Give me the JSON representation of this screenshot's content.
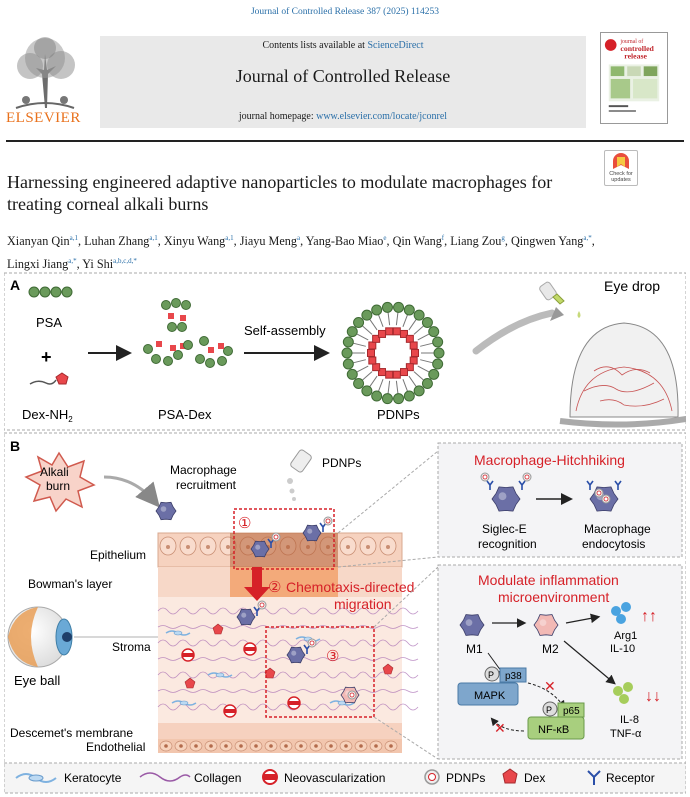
{
  "header": {
    "running_head": "Journal of Controlled Release 387 (2025) 114253",
    "contents_prefix": "Contents lists available at",
    "contents_link": "ScienceDirect",
    "journal_name": "Journal of Controlled Release",
    "homepage_prefix": "journal homepage:",
    "homepage_link": "www.elsevier.com/locate/jconrel",
    "publisher": "ELSEVIER",
    "cover_title": "journal of controlled release",
    "crossmark": "Check for updates"
  },
  "article": {
    "title": "Harnessing engineered adaptive nanoparticles to modulate macrophages for treating corneal alkali burns",
    "authors": [
      {
        "name": "Xianyan Qin",
        "aff": "a,1"
      },
      {
        "name": "Luhan Zhang",
        "aff": "a,1"
      },
      {
        "name": "Xinyu Wang",
        "aff": "a,1"
      },
      {
        "name": "Jiayu Meng",
        "aff": "a"
      },
      {
        "name": "Yang-Bao Miao",
        "aff": "e"
      },
      {
        "name": "Qin Wang",
        "aff": "f"
      },
      {
        "name": "Liang Zou",
        "aff": "g"
      },
      {
        "name": "Qingwen Yang",
        "aff": "a,*"
      },
      {
        "name": "Lingxi Jiang",
        "aff": "a,*"
      },
      {
        "name": "Yi Shi",
        "aff": "a,b,c,d,*"
      }
    ]
  },
  "figure": {
    "panel_a": {
      "label": "A",
      "psa": "PSA",
      "plus": "+",
      "dex_nh2": "Dex-NH",
      "dex_nh2_sub": "2",
      "psa_dex": "PSA-Dex",
      "self_assembly": "Self-assembly",
      "pdnps": "PDNPs",
      "eye_drop": "Eye drop"
    },
    "panel_b": {
      "label": "B",
      "alkali_burn": [
        "Alkali",
        "burn"
      ],
      "macrophage_recruitment": [
        "Macrophage",
        "recruitment"
      ],
      "pdnps": "PDNPs",
      "step1": "①",
      "step2": "②",
      "step2_text": [
        "Chemotaxis-directed",
        "migration"
      ],
      "step3": "③",
      "layers": [
        "Epithelium",
        "Bowman's layer",
        "Stroma",
        "Descemet's membrane",
        "Endothelial"
      ],
      "eye_ball": "Eye ball",
      "hitchhiking_title": "Macrophage-Hitchhiking",
      "siglec": [
        "Siglec-E",
        "recognition"
      ],
      "endocytosis": [
        "Macrophage",
        "endocytosis"
      ],
      "modulate_title": [
        "Modulate inflammation",
        "microenvironment"
      ],
      "m1": "M1",
      "m2": "M2",
      "arg1": "Arg1",
      "il10": "IL-10",
      "il8": "IL-8",
      "tnfa": "TNF-α",
      "p": "P",
      "p38": "p38",
      "mapk": "MAPK",
      "p65": "p65",
      "nfkb": "NF-κB",
      "up_arrows": "↑↑",
      "down_arrows": "↓↓"
    },
    "legend": [
      "Keratocyte",
      "Collagen",
      "Neovascularization",
      "PDNPs",
      "Dex",
      "Receptor"
    ],
    "colors": {
      "accent_red": "#d62128",
      "psa_green": "#6a9a5b",
      "dex_red": "#e8474b",
      "macrophage": "#6b6fa6",
      "cornea_pink": "#f6c9b3",
      "panel_gray": "#f4f4f6",
      "link_blue": "#2a6fa8"
    }
  }
}
